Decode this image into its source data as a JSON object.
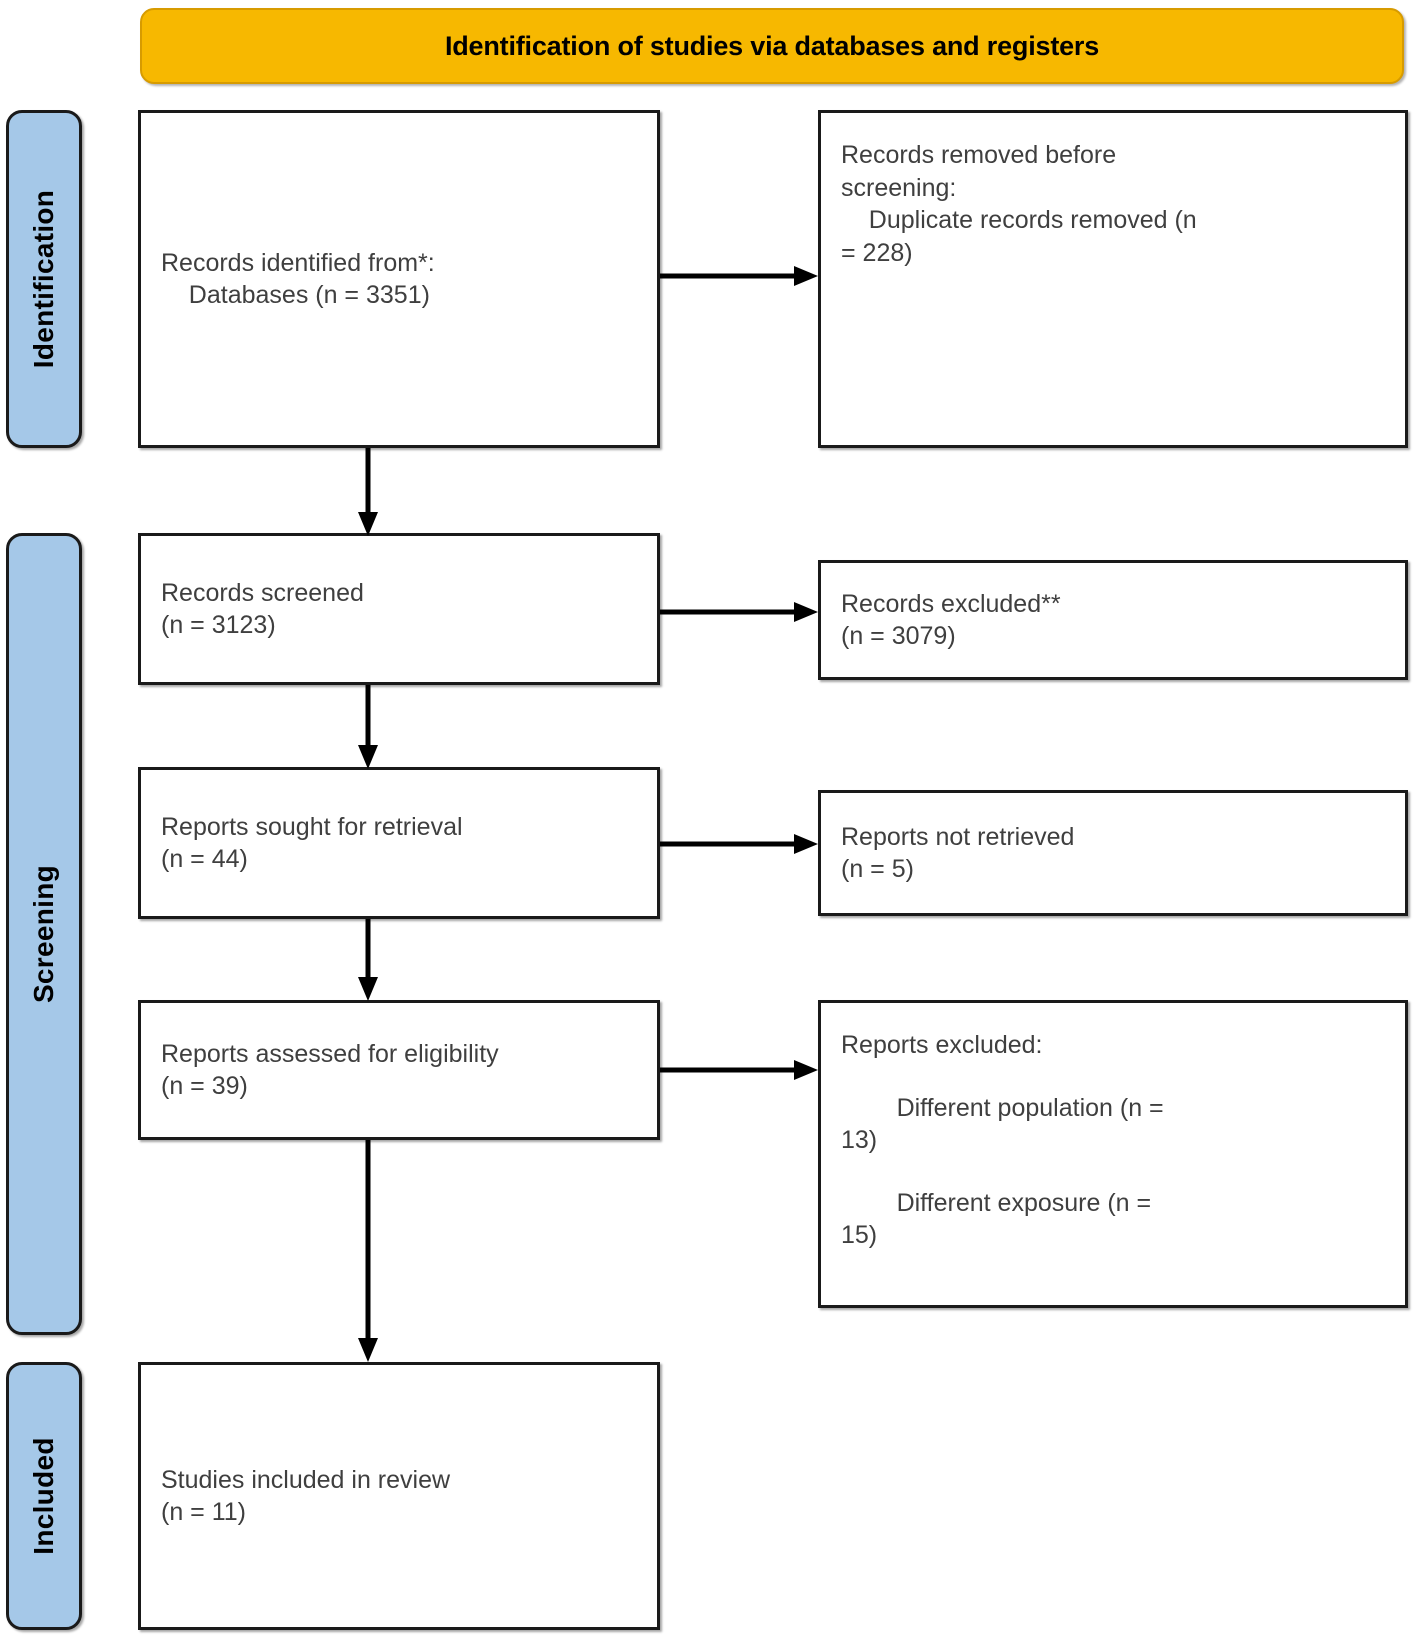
{
  "banner": {
    "title": "Identification of studies via databases and registers",
    "color": "#F7B800"
  },
  "stages": [
    {
      "key": "identification",
      "label": "Identification",
      "color": "#A5C8E8"
    },
    {
      "key": "screening",
      "label": "Screening",
      "color": "#A5C8E8"
    },
    {
      "key": "included",
      "label": "Included",
      "color": "#A5C8E8"
    }
  ],
  "boxes": {
    "identified": {
      "line1": "Records identified from*:",
      "line2": "    Databases (n = 3351)"
    },
    "removed": {
      "line1_pre": "Records removed ",
      "line1_ital": "before",
      "line2_ital": "screening",
      "line2_post": ":",
      "line3": "    Duplicate records removed (n",
      "line4": "= 228)"
    },
    "screened": {
      "line1": "Records screened",
      "line2": "(n = 3123)"
    },
    "records_excluded": {
      "line1": "Records excluded**",
      "line2": "(n = 3079)"
    },
    "sought": {
      "line1": "Reports sought for retrieval",
      "line2": "(n = 44)"
    },
    "not_retrieved": {
      "line1": "Reports not retrieved",
      "line2": "(n = 5)"
    },
    "assessed": {
      "line1": "Reports assessed for eligibility",
      "line2": "(n = 39)"
    },
    "reports_excluded": {
      "line1": "Reports excluded:",
      "line2": "        Different population (n =",
      "line3": "13)",
      "line4": "        Different exposure (n =",
      "line5": "15)"
    },
    "included": {
      "line1": "Studies included in review",
      "line2": "(n = 11)"
    }
  },
  "chart_data": {
    "type": "diagram",
    "title": "PRISMA 2020 flow diagram",
    "nodes": [
      {
        "id": "identified",
        "label": "Records identified from*: Databases",
        "n": 3351
      },
      {
        "id": "removed",
        "label": "Duplicate records removed",
        "n": 228
      },
      {
        "id": "screened",
        "label": "Records screened",
        "n": 3123
      },
      {
        "id": "records_excluded",
        "label": "Records excluded**",
        "n": 3079
      },
      {
        "id": "sought",
        "label": "Reports sought for retrieval",
        "n": 44
      },
      {
        "id": "not_retrieved",
        "label": "Reports not retrieved",
        "n": 5
      },
      {
        "id": "assessed",
        "label": "Reports assessed for eligibility",
        "n": 39
      },
      {
        "id": "excl_population",
        "label": "Different population",
        "n": 13
      },
      {
        "id": "excl_exposure",
        "label": "Different exposure",
        "n": 15
      },
      {
        "id": "included",
        "label": "Studies included in review",
        "n": 11
      }
    ],
    "edges": [
      {
        "from": "identified",
        "to": "removed",
        "direction": "right"
      },
      {
        "from": "identified",
        "to": "screened",
        "direction": "down"
      },
      {
        "from": "screened",
        "to": "records_excluded",
        "direction": "right"
      },
      {
        "from": "screened",
        "to": "sought",
        "direction": "down"
      },
      {
        "from": "sought",
        "to": "not_retrieved",
        "direction": "right"
      },
      {
        "from": "sought",
        "to": "assessed",
        "direction": "down"
      },
      {
        "from": "assessed",
        "to": "reports_excluded",
        "direction": "right"
      },
      {
        "from": "assessed",
        "to": "included",
        "direction": "down"
      }
    ]
  }
}
